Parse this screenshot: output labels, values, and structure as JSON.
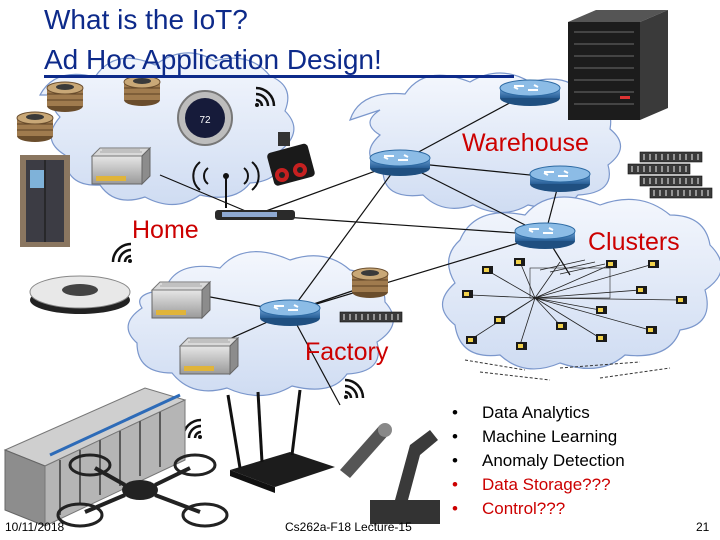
{
  "slide": {
    "title_line1": "What is the IoT?",
    "title_line2": "Ad Hoc Application Design!",
    "locations": {
      "warehouse": "Warehouse",
      "home": "Home",
      "clusters": "Clusters",
      "factory": "Factory"
    },
    "bullets": [
      {
        "text": "Data Analytics",
        "color": "#000000"
      },
      {
        "text": "Machine Learning",
        "color": "#000000"
      },
      {
        "text": "Anomaly Detection",
        "color": "#000000"
      },
      {
        "text": "Data Storage???",
        "color": "#cc0000"
      },
      {
        "text": "Control???",
        "color": "#cc0000"
      }
    ],
    "thermostat_reading": "72",
    "footer": {
      "date": "10/11/2018",
      "course": "Cs262a-F18 Lecture-15",
      "page": "21"
    }
  },
  "colors": {
    "title": "#0d2a8a",
    "accent": "#cc0000",
    "cloud": "#dfe8f7",
    "cloud_stroke": "#6f8fc9",
    "router": "#2f6aa3"
  },
  "icons": [
    "router-icon",
    "server-icon",
    "wifi-icon",
    "thermostat-icon",
    "fridge-icon",
    "vacuum-robot-icon",
    "drone-icon",
    "robot-arm-icon",
    "printing-press-icon",
    "sensor-icon",
    "gateway-box-icon",
    "disk-array-icon",
    "camera-icon"
  ]
}
